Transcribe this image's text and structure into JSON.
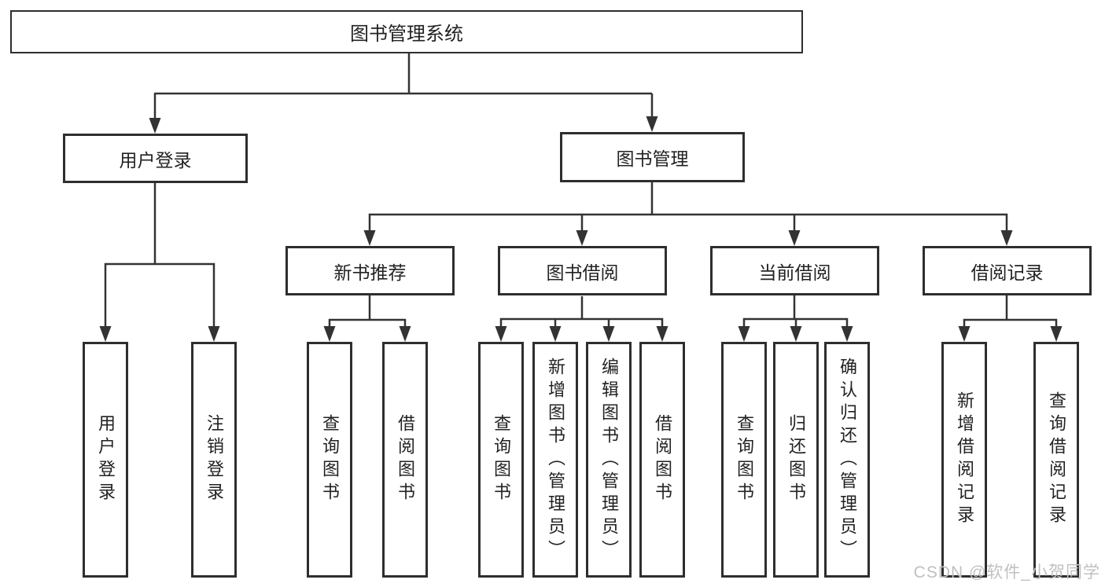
{
  "diagram": {
    "root": "图书管理系统",
    "level2": [
      {
        "label": "用户登录",
        "children": [
          {
            "label": "用户登录"
          },
          {
            "label": "注销登录"
          }
        ]
      },
      {
        "label": "图书管理",
        "children": [
          {
            "label": "新书推荐",
            "children": [
              {
                "label": "查询图书"
              },
              {
                "label": "借阅图书"
              }
            ]
          },
          {
            "label": "图书借阅",
            "children": [
              {
                "label": "查询图书"
              },
              {
                "label": "新增图书（管理员）"
              },
              {
                "label": "编辑图书（管理员）"
              },
              {
                "label": "借阅图书"
              }
            ]
          },
          {
            "label": "当前借阅",
            "children": [
              {
                "label": "查询图书"
              },
              {
                "label": "归还图书"
              },
              {
                "label": "确认归还（管理员）"
              }
            ]
          },
          {
            "label": "借阅记录",
            "children": [
              {
                "label": "新增借阅记录"
              },
              {
                "label": "查询借阅记录"
              }
            ]
          }
        ]
      }
    ],
    "colors": {
      "line": "#333333",
      "box_border": "#2e2e2e",
      "text": "#222222",
      "background": "#ffffff"
    }
  },
  "watermark": {
    "text": "CSDN @软件_小贺同学",
    "color": "#c0c0c0"
  }
}
